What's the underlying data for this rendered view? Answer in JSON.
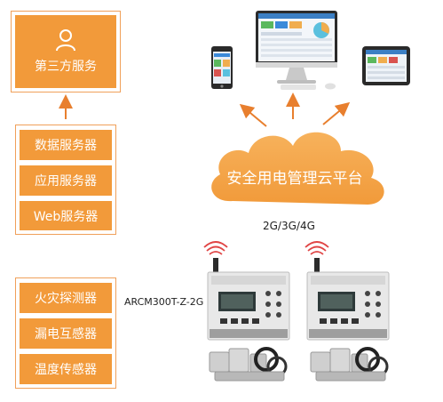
{
  "third_party": {
    "label": "第三方服务",
    "icon": "user-icon"
  },
  "servers": [
    "数据服务器",
    "应用服务器",
    "Web服务器"
  ],
  "cloud": {
    "label": "安全用电管理云平台"
  },
  "network": "2G/3G/4G",
  "device_model": "ARCM300T-Z-2G",
  "sensors": [
    "火灾探测器",
    "漏电互感器",
    "温度传感器"
  ],
  "colors": {
    "orange": "#f29a3a",
    "orange_light": "#f0a05a",
    "cloud": "#f5a54a",
    "arrow": "#e87f2e"
  }
}
